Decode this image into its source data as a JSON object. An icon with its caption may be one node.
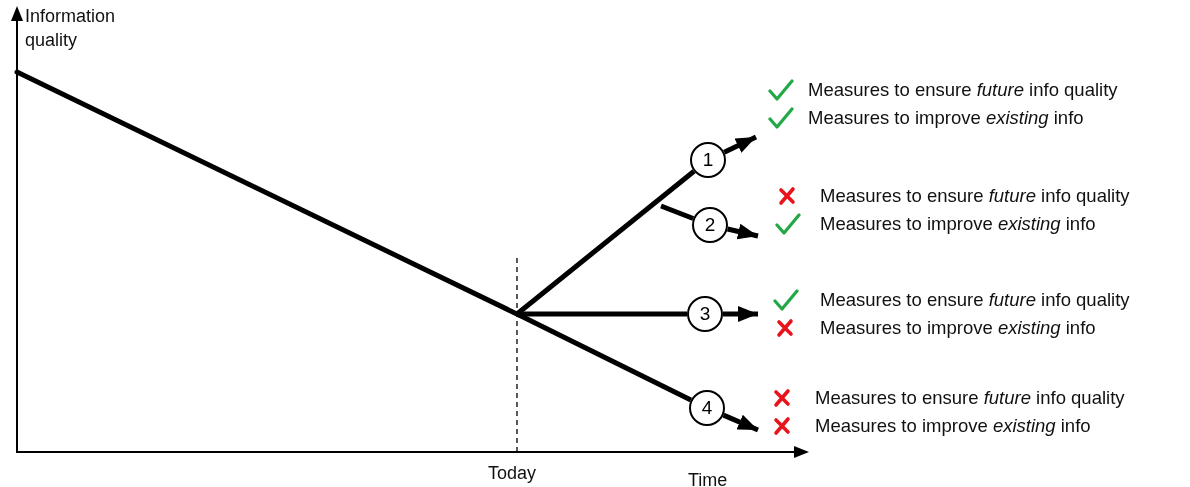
{
  "diagram": {
    "nodes": [
      {
        "text": [
          "1"
        ]
      },
      {
        "text": [
          "2"
        ]
      },
      {
        "text": [
          "3"
        ]
      },
      {
        "text": [
          "4"
        ]
      },
      {
        "text": [
          "Measures to ensure *future* info quality",
          "Measures to improve *existing* info"
        ]
      },
      {
        "text": [],
        "shape": "check",
        "in": 4
      },
      {
        "text": [],
        "shape": "check",
        "in": 4
      },
      {
        "text": [
          "Measures to ensure *future* info quality",
          "Measures to improve *existing* info"
        ]
      },
      {
        "text": [],
        "shape": "cross",
        "in": 7
      },
      {
        "text": [],
        "shape": "check",
        "in": 7
      },
      {
        "text": [
          "Measures to ensure *future* info quality",
          "Measures to improve *existing* info"
        ]
      },
      {
        "text": [],
        "shape": "check",
        "in": 10
      },
      {
        "text": [],
        "shape": "cross",
        "in": 10
      },
      {
        "text": [
          "Measures to ensure *future* info quality",
          "Measures to improve *existing* info"
        ]
      },
      {
        "text": [],
        "shape": "cross",
        "in": 13
      },
      {
        "text": [],
        "shape": "cross",
        "in": 13
      }
    ],
    "edges": [
      {
        "from": null,
        "to": 0,
        "arrow": "none"
      },
      {
        "from": 0,
        "to": 4,
        "arrow": "to"
      },
      {
        "from": null,
        "to": 1,
        "arrow": "none"
      },
      {
        "from": 1,
        "to": 7,
        "arrow": "to"
      },
      {
        "from": null,
        "to": 2,
        "arrow": "none"
      },
      {
        "from": 2,
        "to": 10,
        "arrow": "to"
      },
      {
        "from": null,
        "to": 3,
        "arrow": "none"
      },
      {
        "from": 3,
        "to": 13,
        "arrow": "to"
      }
    ],
    "labels": [
      "Information quality",
      "Today",
      "Time"
    ]
  }
}
